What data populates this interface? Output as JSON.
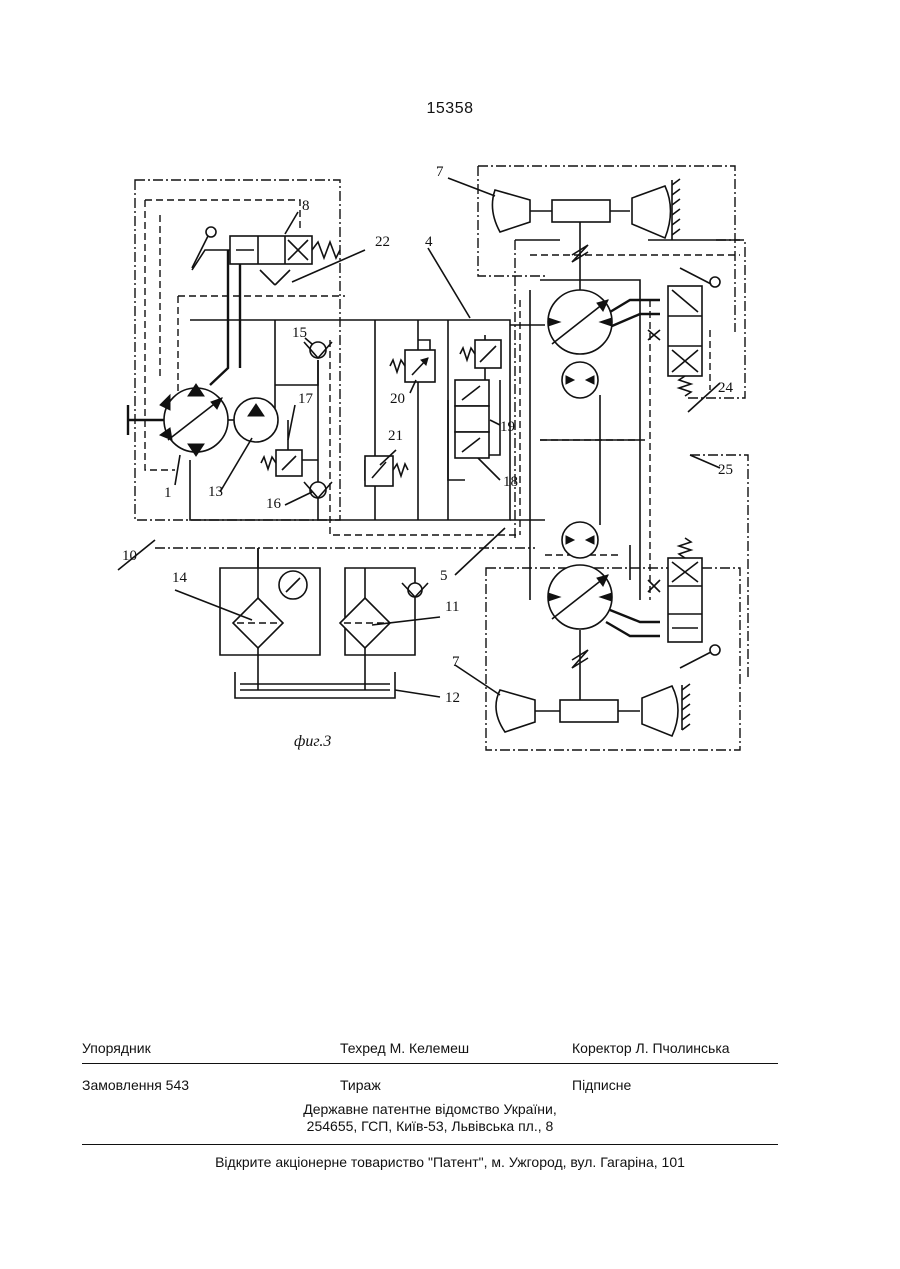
{
  "page_number": "15358",
  "figure": {
    "caption": "фиг.3",
    "labels": {
      "l1": "1",
      "l4": "4",
      "l5": "5",
      "l7a": "7",
      "l7b": "7",
      "l8": "8",
      "l10": "10",
      "l11": "11",
      "l12": "12",
      "l13": "13",
      "l14": "14",
      "l15": "15",
      "l16": "16",
      "l17": "17",
      "l18": "18",
      "l19": "19",
      "l20": "20",
      "l21": "21",
      "l22": "22",
      "l24": "24",
      "l25": "25"
    }
  },
  "colophon": {
    "compiler": "Упорядник",
    "tech_editor": "Техред М. Келемеш",
    "corrector": "Коректор Л. Пчолинська",
    "order": "Замовлення 543",
    "circulation": "Тираж",
    "subscription": "Підписне",
    "office_line1": "Державне патентне відомство України,",
    "office_line2": "254655, ГСП, Київ-53, Львівська пл., 8",
    "printer": "Відкрите акціонерне товариство \"Патент\", м. Ужгород, вул. Гагаріна, 101"
  }
}
